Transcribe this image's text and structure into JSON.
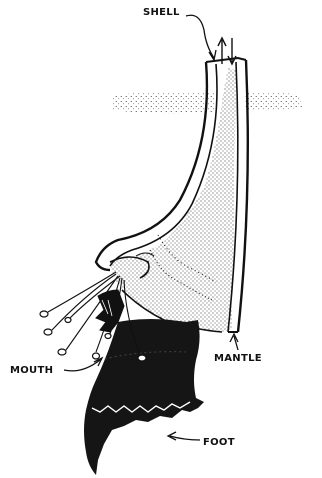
{
  "labels": {
    "shell": "SHELL",
    "mantle": "MANTLE",
    "mouth": "MOUTH",
    "foot": "FOOT"
  },
  "colors": {
    "ink": "#111111",
    "paper": "#ffffff"
  }
}
